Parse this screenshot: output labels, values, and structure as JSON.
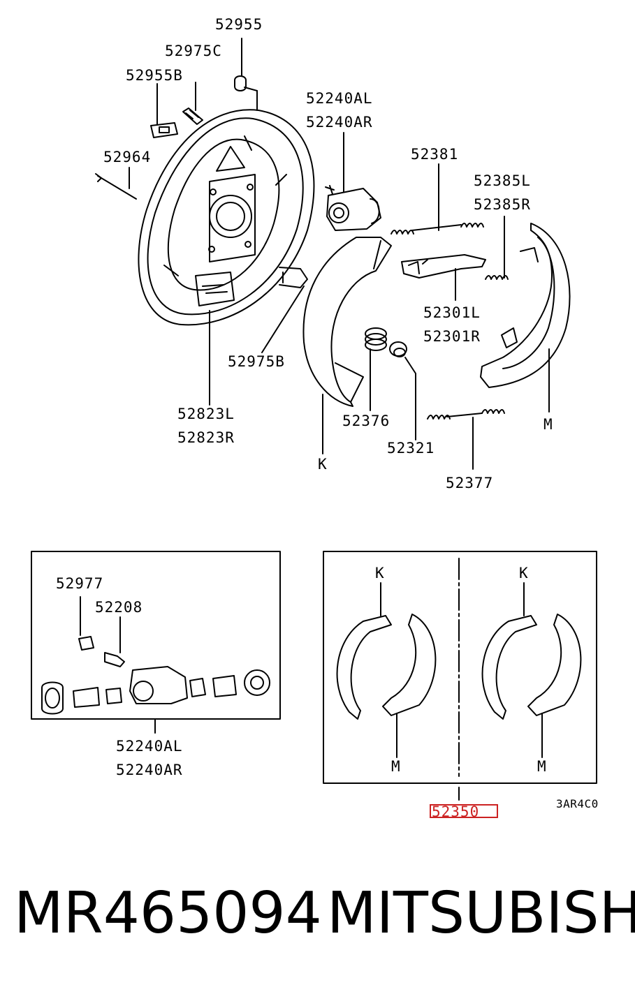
{
  "labels": {
    "l52955": "52955",
    "l52975c": "52975C",
    "l52955b": "52955B",
    "l52240al_top": "52240AL",
    "l52240ar_top": "52240AR",
    "l52964": "52964",
    "l52381": "52381",
    "l52385l": "52385L",
    "l52385r": "52385R",
    "l52301l": "52301L",
    "l52301r": "52301R",
    "l52975b": "52975B",
    "l52823l": "52823L",
    "l52823r": "52823R",
    "l52376": "52376",
    "l52321": "52321",
    "l52377": "52377",
    "lK_main": "K",
    "lM_main": "M",
    "l52977": "52977",
    "l52208": "52208",
    "l52240al_box": "52240AL",
    "l52240ar_box": "52240AR",
    "lK_box1": "K",
    "lK_box2": "K",
    "lM_box1": "M",
    "lM_box2": "M",
    "l52350": "52350",
    "l3ar4c0": "3AR4C0"
  },
  "highlight_color": "#cc2222",
  "footer": {
    "part_number": "MR465094",
    "brand": "MITSUBISHI"
  }
}
